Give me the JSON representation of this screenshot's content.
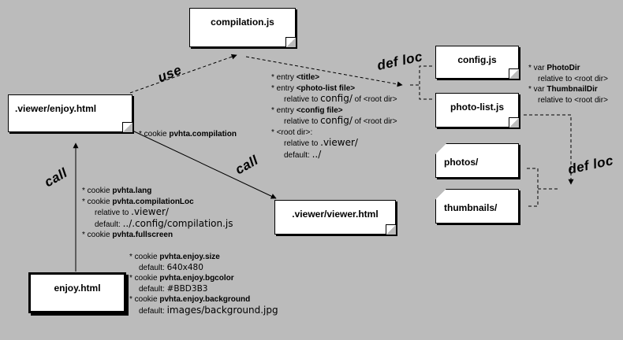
{
  "nodes": {
    "compilation_js": "compilation.js",
    "viewer_enjoy": ".viewer/enjoy.html",
    "config_js": "config.js",
    "photo_list_js": "photo-list.js",
    "photos": "photos/",
    "thumbnails": "thumbnails/",
    "viewer_viewer": ".viewer/viewer.html",
    "enjoy_html": "enjoy.html"
  },
  "labels": {
    "use": "use",
    "def_loc_1": "def loc",
    "call_1": "call",
    "call_2": "call",
    "def_loc_2": "def loc"
  },
  "entries": {
    "l1_pre": "* entry ",
    "l1_b": "<title>",
    "l2_pre": "* entry ",
    "l2_b": "<photo-list file>",
    "l3_a": "relative to ",
    "l3_m": "config/",
    "l3_b": " of <root dir>",
    "l4_pre": "* entry ",
    "l4_b": "<config file>",
    "l5_a": "relative to ",
    "l5_m": "config/",
    "l5_b": " of <root dir>",
    "l6": "* <root dir>:",
    "l7_a": "relative to ",
    "l7_m": ".viewer/",
    "l8_a": "default: ",
    "l8_m": "../"
  },
  "vars": {
    "v1_pre": "* var ",
    "v1_b": "PhotoDir",
    "v2": "relative to <root dir>",
    "v3_pre": "* var ",
    "v3_b": "ThumbnailDir",
    "v4": "relative to <root dir>"
  },
  "cookie_compilation": {
    "pre": "* cookie ",
    "b": "pvhta.compilation"
  },
  "cookies_enjoy": {
    "c1_pre": "* cookie ",
    "c1_b": "pvhta.lang",
    "c2_pre": "* cookie ",
    "c2_b": "pvhta.compilationLoc",
    "c3_a": "relative to ",
    "c3_m": ".viewer/",
    "c4_a": "default: ",
    "c4_m": "../.config/compilation.js",
    "c5_pre": "* cookie ",
    "c5_b": "pvhta.fullscreen"
  },
  "cookies_size": {
    "s1_pre": "* cookie ",
    "s1_b": "pvhta.enjoy.size",
    "s2_a": "default: ",
    "s2_m": "640x480",
    "s3_pre": "* cookie ",
    "s3_b": "pvhta.enjoy.bgcolor",
    "s4_a": "default: ",
    "s4_m": "#BBD3B3",
    "s5_pre": "* cookie ",
    "s5_b": "pvhta.enjoy.background",
    "s6_a": "default: ",
    "s6_m": "images/background.jpg"
  }
}
